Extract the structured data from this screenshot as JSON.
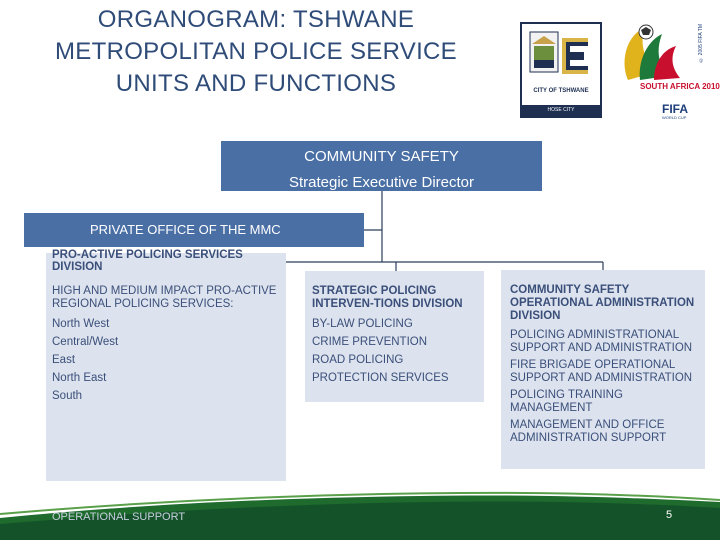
{
  "title": {
    "line1": "ORGANOGRAM: TSHWANE",
    "line2": "METROPOLITAN POLICE SERVICE",
    "line3": "UNITS AND FUNCTIONS"
  },
  "logos": {
    "tshwane_name": "CITY OF TSHWANE",
    "tshwane_motto": "HOSE CITY",
    "fifa_country": "SOUTH AFRICA 2010",
    "fifa_name": "FIFA",
    "fifa_cup": "WORLD CUP",
    "fifa_copyright": "© 2005 FIFA TM"
  },
  "executive": {
    "line1": "COMMUNITY SAFETY",
    "line2": "Strategic Executive Director"
  },
  "mmc_office": "PRIVATE OFFICE OF THE MMC",
  "units": [
    {
      "heading": "PRO-ACTIVE POLICING SERVICES DIVISION",
      "sub_heading": "HIGH AND MEDIUM IMPACT PRO-ACTIVE REGIONAL POLICING SERVICES:",
      "items": [
        "North West",
        "Central/West",
        "East",
        "North East",
        "South"
      ]
    },
    {
      "heading": "STRATEGIC POLICING INTERVEN-TIONS DIVISION",
      "items": [
        "BY-LAW POLICING",
        "CRIME PREVENTION",
        "ROAD POLICING",
        "PROTECTION SERVICES"
      ]
    },
    {
      "heading": "COMMUNITY SAFETY OPERATIONAL ADMINISTRATION DIVISION",
      "items": [
        "POLICING ADMINISTRATIONAL SUPPORT AND ADMINISTRATION",
        "FIRE BRIGADE OPERATIONAL SUPPORT AND ADMINISTRATION",
        "POLICING TRAINING MANAGEMENT",
        "MANAGEMENT AND OFFICE ADMINISTRATION SUPPORT"
      ]
    }
  ],
  "footer": {
    "label": "OPERATIONAL SUPPORT",
    "page_number": "5"
  },
  "colors": {
    "title": "#2f4b78",
    "header_box": "#4a6fa5",
    "unit_box": "#dde3ee",
    "unit_text": "#3a4f7a",
    "footer_green": "#1f6b2e"
  }
}
